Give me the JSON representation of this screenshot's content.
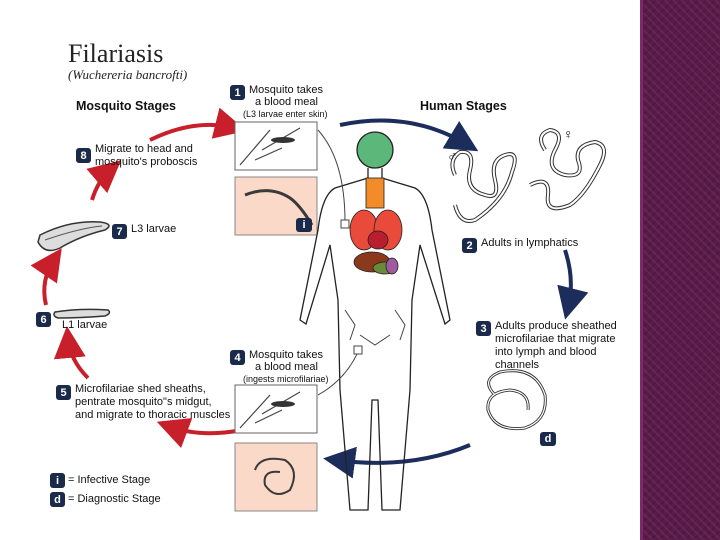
{
  "title": "Filariasis",
  "subtitle": "(Wuchereria bancrofti)",
  "mosquito_stages_header": "Mosquito Stages",
  "human_stages_header": "Human Stages",
  "steps": {
    "s1": {
      "num": "1",
      "line1": "Mosquito takes",
      "line2": "a blood meal",
      "line3": "(L3 larvae enter skin)"
    },
    "s2": {
      "num": "2",
      "line1": "Adults in lymphatics"
    },
    "s3": {
      "num": "3",
      "line1": "Adults produce sheathed",
      "line2": "microfilariae that migrate",
      "line3": "into lymph and blood",
      "line4": "channels"
    },
    "s4": {
      "num": "4",
      "line1": "Mosquito takes",
      "line2": "a blood meal",
      "line3": "(ingests microfilariae)"
    },
    "s5": {
      "num": "5",
      "line1": "Microfilariae shed sheaths,",
      "line2": "pentrate mosquito\"s midgut,",
      "line3": "and migrate to thoracic muscles"
    },
    "s6": {
      "num": "6",
      "line1": "L1 larvae"
    },
    "s7": {
      "num": "7",
      "line1": "L3 larvae"
    },
    "s8": {
      "num": "8",
      "line1": "Migrate to head and",
      "line2": "mosquito's proboscis"
    }
  },
  "markers": {
    "male": "♂",
    "female": "♀",
    "infective_letter": "i",
    "diagnostic_letter": "d"
  },
  "legend": {
    "infective": "= Infective Stage",
    "diagnostic": "= Diagnostic Stage"
  },
  "colors": {
    "red_arrow": "#c8202a",
    "blue_arrow": "#1c2d5c",
    "badge": "#1a2a4a",
    "sidebar": "#5a1a4a"
  }
}
